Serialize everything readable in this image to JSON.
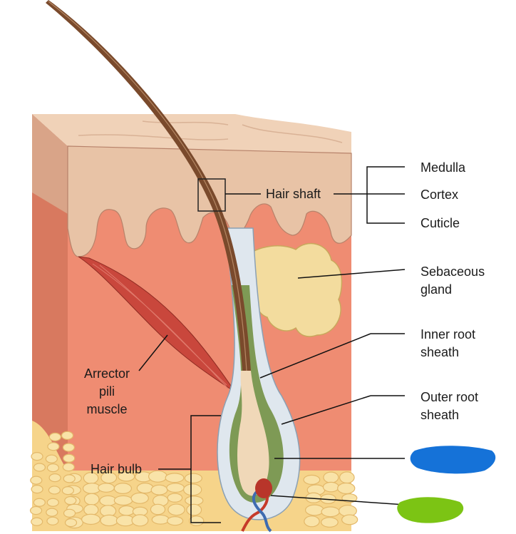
{
  "labels": {
    "hair_shaft": "Hair shaft",
    "medulla": "Medulla",
    "cortex": "Cortex",
    "cuticle": "Cuticle",
    "sebaceous_1": "Sebaceous",
    "sebaceous_2": "gland",
    "inner_root_1": "Inner root",
    "inner_root_2": "sheath",
    "outer_root_1": "Outer root",
    "outer_root_2": "sheath",
    "arrector_1": "Arrector",
    "arrector_2": "pili",
    "arrector_3": "muscle",
    "hair_bulb": "Hair bulb"
  },
  "colors": {
    "epidermis": "#e8c3a6",
    "dermis": "#ef8c72",
    "fat": "#f6d48a",
    "hair": "#7a4a2c",
    "muscle": "#c9473c",
    "gland": "#f3dc9e",
    "outer_sheath": "#dfe7ee",
    "inner_sheath": "#7e9a55",
    "bulb": "#f0d8b8",
    "artery": "#c63a2a",
    "vein": "#3e6bb0",
    "blue_mark": "#1572d8",
    "green_mark": "#7cc414"
  }
}
